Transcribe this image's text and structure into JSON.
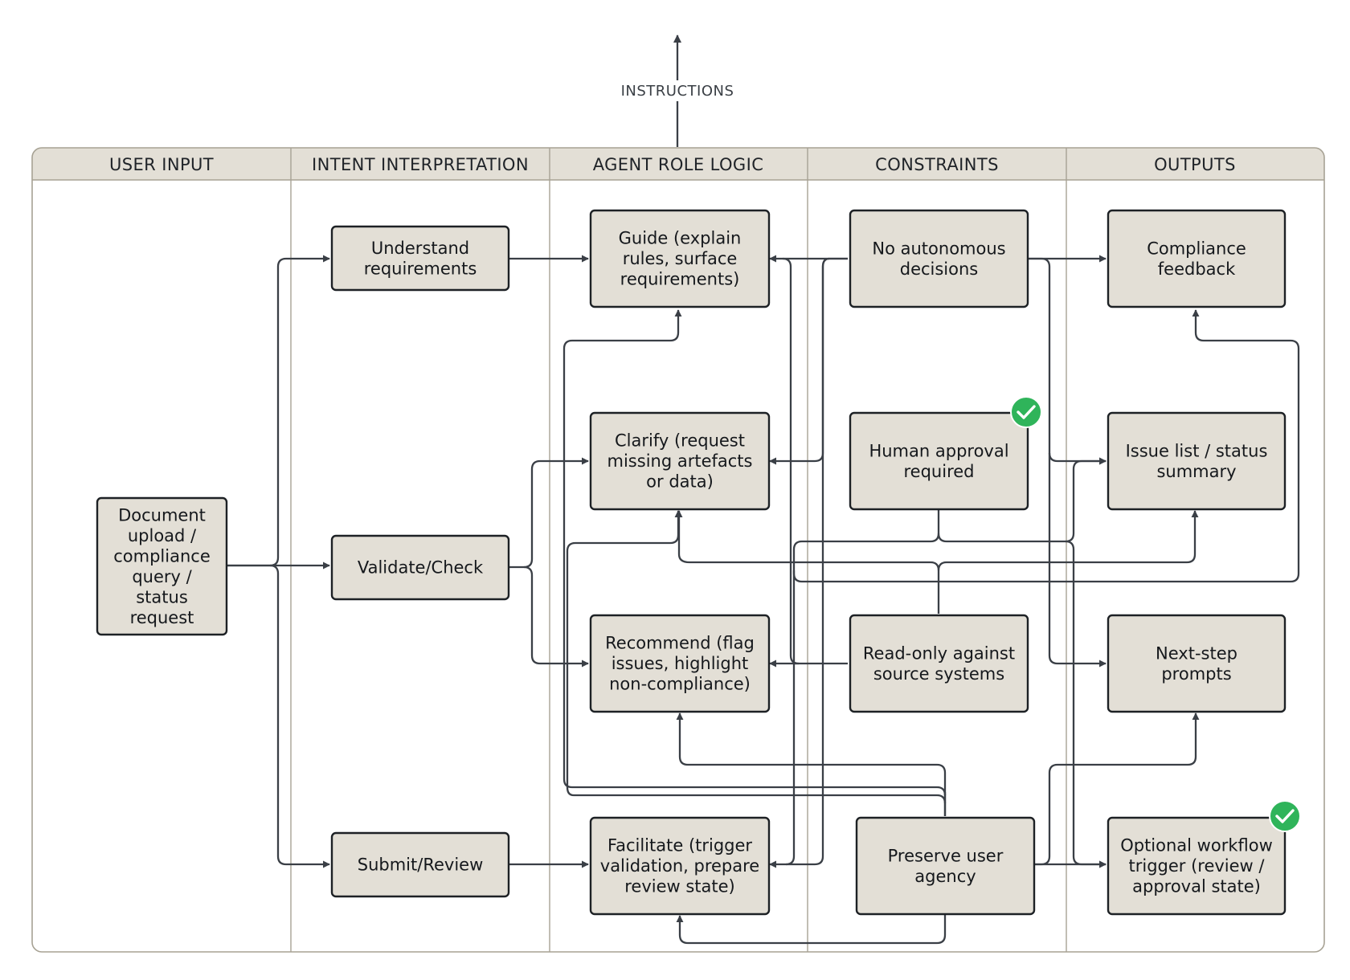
{
  "top_label": "INSTRUCTIONS",
  "lanes": [
    {
      "id": "user-input",
      "title": "USER INPUT"
    },
    {
      "id": "intent-interpretation",
      "title": "INTENT INTERPRETATION"
    },
    {
      "id": "agent-role-logic",
      "title": "AGENT ROLE LOGIC"
    },
    {
      "id": "constraints",
      "title": "CONSTRAINTS"
    },
    {
      "id": "outputs",
      "title": "OUTPUTS"
    }
  ],
  "nodes": {
    "input": {
      "lines": [
        "Document",
        "upload /",
        "compliance",
        "query /",
        "status",
        "request"
      ]
    },
    "understand": {
      "lines": [
        "Understand",
        "requirements"
      ]
    },
    "validate": {
      "lines": [
        "Validate/Check"
      ]
    },
    "submit": {
      "lines": [
        "Submit/Review"
      ]
    },
    "guide": {
      "lines": [
        "Guide (explain",
        "rules, surface",
        "requirements)"
      ]
    },
    "clarify": {
      "lines": [
        "Clarify (request",
        "missing artefacts",
        "or data)"
      ]
    },
    "recommend": {
      "lines": [
        "Recommend (flag",
        "issues, highlight",
        "non-compliance)"
      ]
    },
    "facilitate": {
      "lines": [
        "Facilitate (trigger",
        "validation, prepare",
        "review state)"
      ]
    },
    "no_autonomous": {
      "lines": [
        "No autonomous",
        "decisions"
      ]
    },
    "human_approval": {
      "lines": [
        "Human approval",
        "required"
      ],
      "badge": "check-badge"
    },
    "read_only": {
      "lines": [
        "Read-only against",
        "source systems"
      ]
    },
    "preserve": {
      "lines": [
        "Preserve user",
        "agency"
      ]
    },
    "compliance_feedback": {
      "lines": [
        "Compliance",
        "feedback"
      ]
    },
    "issue_list": {
      "lines": [
        "Issue list / status",
        "summary"
      ]
    },
    "next_step": {
      "lines": [
        "Next-step",
        "prompts"
      ]
    },
    "optional_workflow": {
      "lines": [
        "Optional workflow",
        "trigger (review /",
        "approval state)"
      ],
      "badge": "check-badge"
    }
  },
  "colors": {
    "lane_header": "#e3dfd6",
    "node_fill": "#e3dfd6",
    "node_stroke": "#1d2125",
    "lane_border": "#a7a294",
    "connector": "#3a3f46",
    "badge": "#2fb45a"
  }
}
